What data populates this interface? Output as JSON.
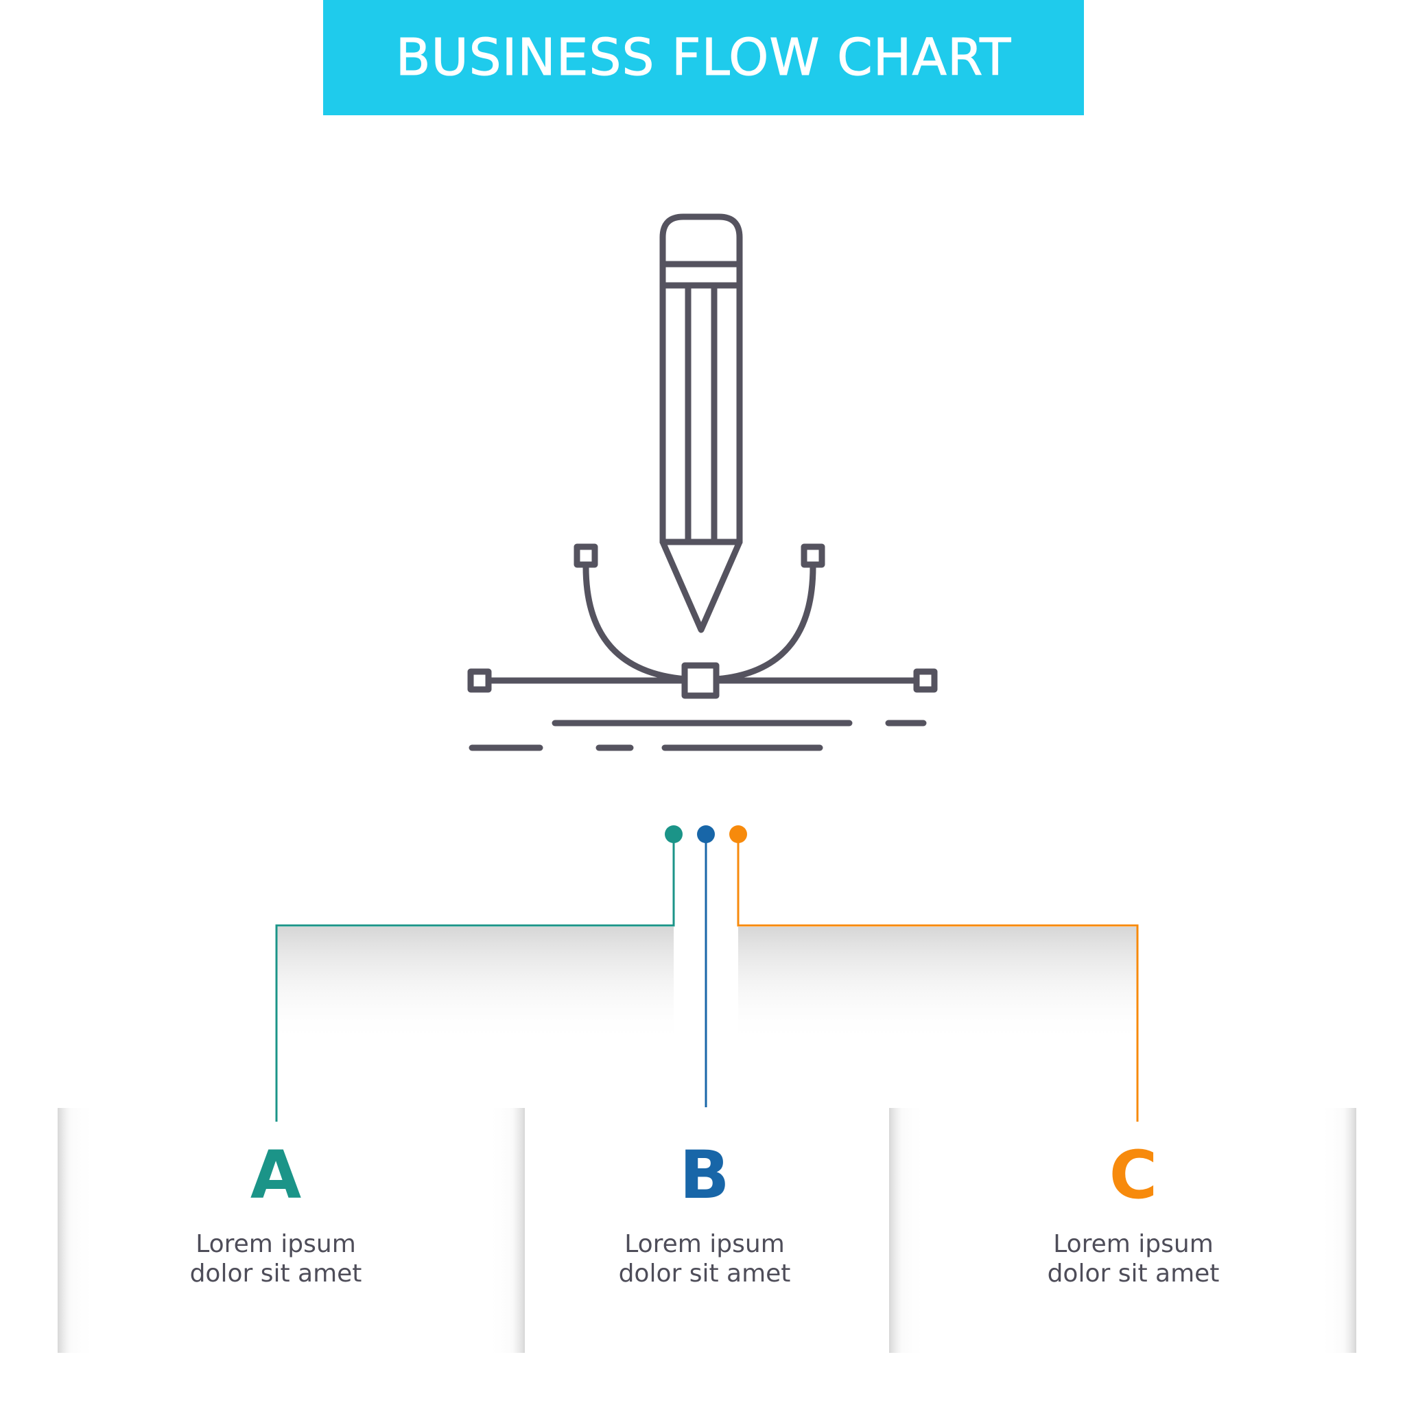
{
  "header": {
    "title": "BUSINESS FLOW CHART",
    "background_color": "#1fcbec",
    "text_color": "#ffffff"
  },
  "icon": {
    "name": "pencil-bezier-curve-icon",
    "stroke_color": "#55535f"
  },
  "branches": [
    {
      "letter": "A",
      "line1": "Lorem ipsum",
      "line2": "dolor sit amet",
      "color": "#1b9488"
    },
    {
      "letter": "B",
      "line1": "Lorem ipsum",
      "line2": "dolor sit amet",
      "color": "#1866a8"
    },
    {
      "letter": "C",
      "line1": "Lorem ipsum",
      "line2": "dolor sit amet",
      "color": "#f78a0c"
    }
  ],
  "text_color": "#4e4d59"
}
